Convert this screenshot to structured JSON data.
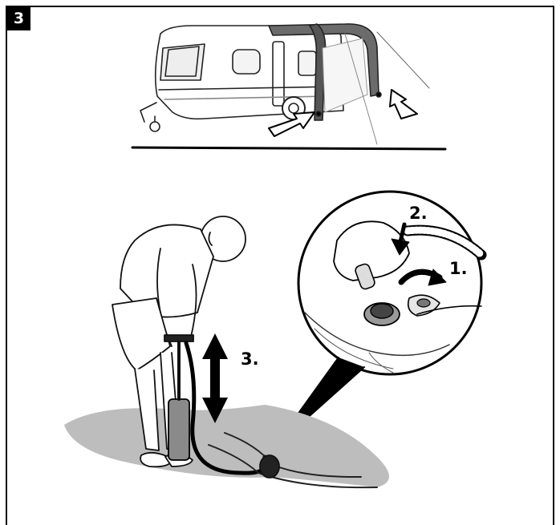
{
  "step": {
    "number": "3"
  },
  "callouts": {
    "step1": "1.",
    "step2": "2.",
    "step3": "3."
  }
}
